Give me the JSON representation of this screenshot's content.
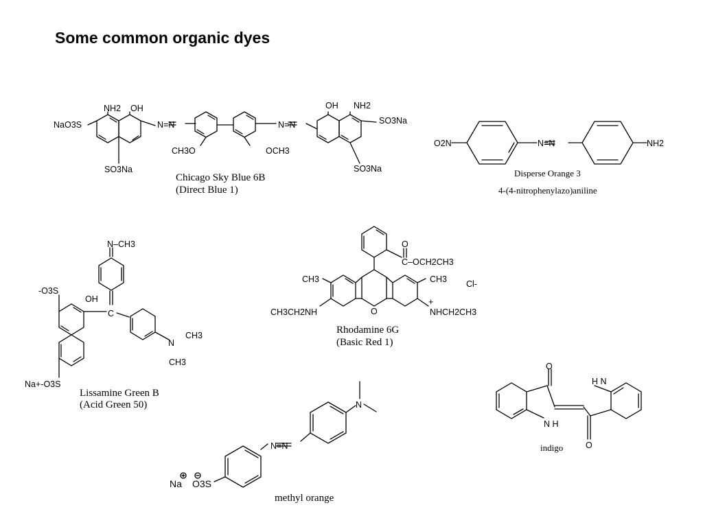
{
  "slide": {
    "title": "Some common organic dyes"
  },
  "dyes": {
    "chicago_sky_blue": {
      "name": "Chicago Sky Blue 6B",
      "alt_name": "(Direct Blue 1)",
      "labels": {
        "naso3_left": "NaO3S",
        "nh2_left": "NH2",
        "oh_left": "OH",
        "azo_left": "N=N",
        "och3_left": "CH3O",
        "och3_right": "OCH3",
        "azo_right": "N=N",
        "oh_right": "OH",
        "nh2_right": "NH2",
        "so3na_right": "SO3Na",
        "so3na_bottom_left": "SO3Na",
        "so3na_bottom_right": "SO3Na"
      }
    },
    "disperse_orange_3": {
      "name": "Disperse Orange 3",
      "alt_name": "4-(4-nitrophenylazo)aniline",
      "labels": {
        "o2n": "O2N",
        "azo": "N=N",
        "nh2": "NH2"
      }
    },
    "lissamine_green_b": {
      "name": "Lissamine Green B",
      "alt_name": "(Acid Green 50)",
      "labels": {
        "n_ch3": "N–CH3",
        "so3_minus": "-O3S",
        "oh": "OH",
        "c_central": "C",
        "n_dimethyl": "N",
        "ch3_upper": "CH3",
        "ch3_lower": "CH3",
        "na_o3s": "Na+-O3S"
      }
    },
    "rhodamine_6g": {
      "name": "Rhodamine 6G",
      "alt_name": "(Basic Red 1)",
      "labels": {
        "ester_o": "O",
        "ester": "C–OCH2CH3",
        "ch3_left": "CH3",
        "ch3_right": "CH3",
        "chloride": "Cl-",
        "nh_left": "CH3CH2NH",
        "ring_o": "O",
        "plus": "+",
        "nh_right": "NHCH2CH3"
      }
    },
    "indigo": {
      "name": "indigo",
      "labels": {
        "o_top": "O",
        "nh_bottom": "N H",
        "nh_top": "H N",
        "o_bottom": "O"
      }
    },
    "methyl_orange": {
      "name": "methyl orange",
      "labels": {
        "n_dimethyl": "N",
        "azo": "N=N",
        "na_plus": "Na",
        "so3_minus": "O3S"
      }
    }
  }
}
